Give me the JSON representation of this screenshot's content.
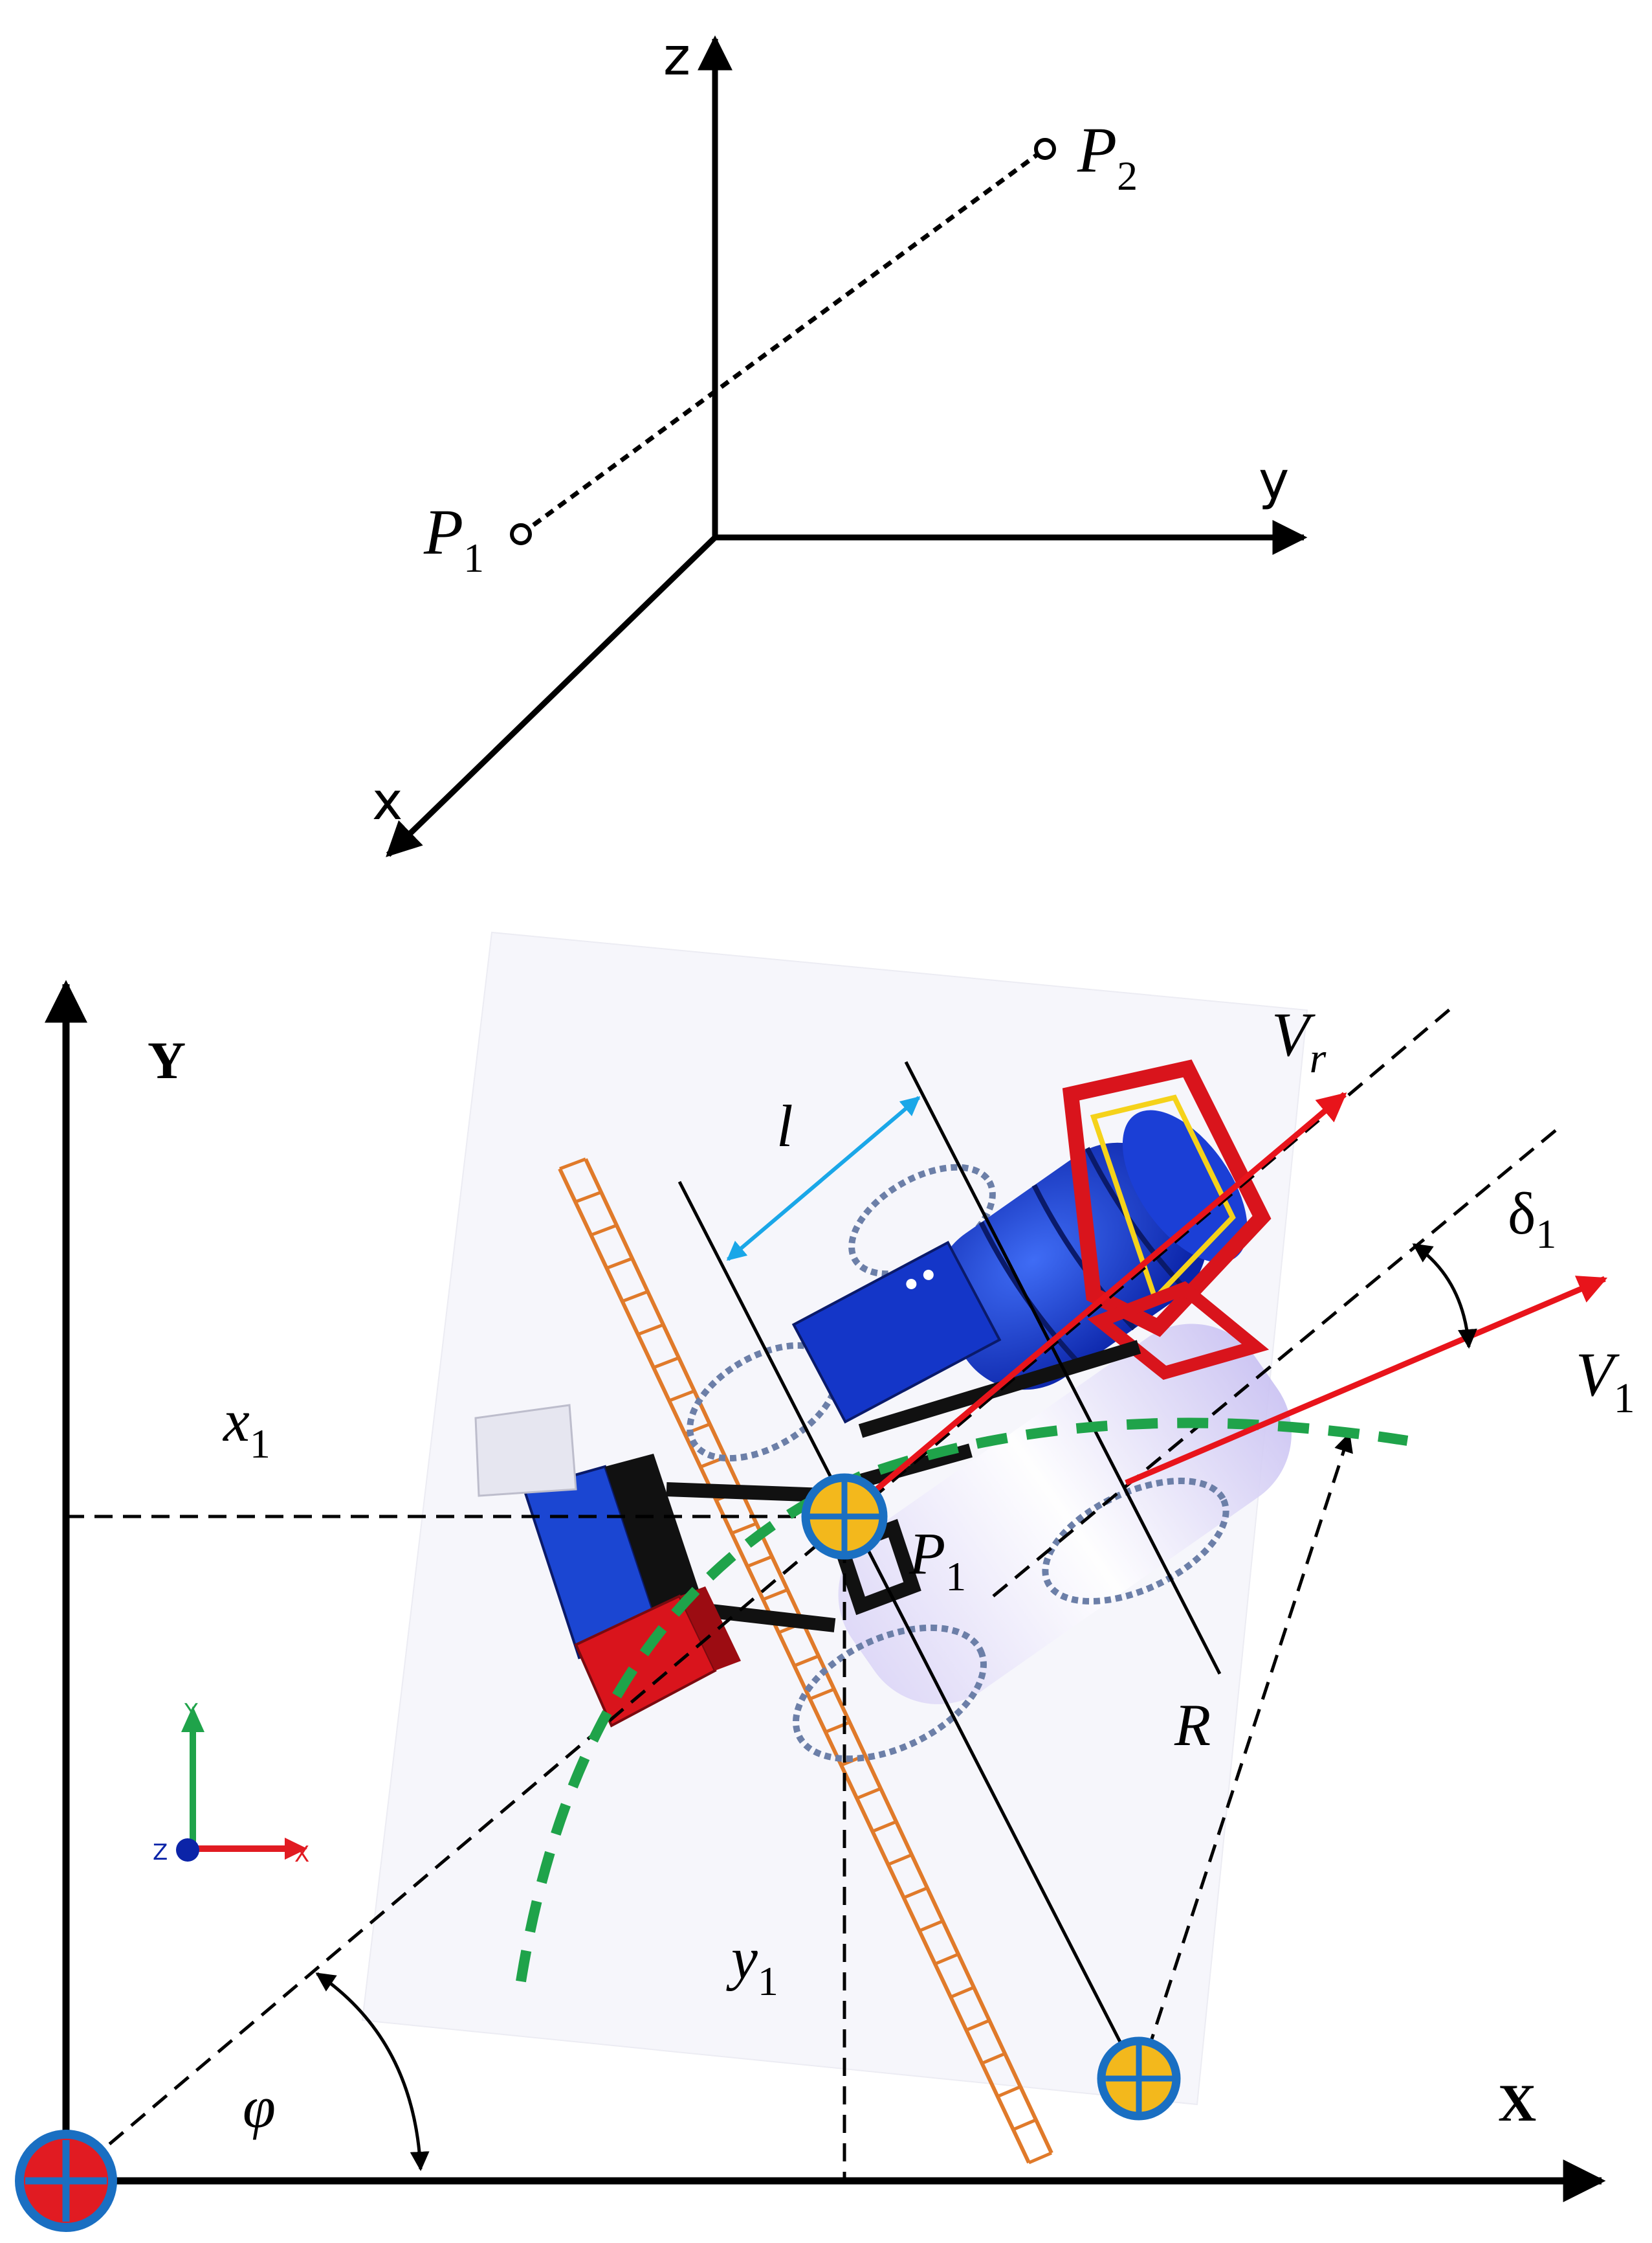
{
  "top_diagram": {
    "axis_z": "z",
    "axis_y": "y",
    "axis_x": "x",
    "point_1": {
      "base": "P",
      "sub": "1"
    },
    "point_2": {
      "base": "P",
      "sub": "2"
    }
  },
  "bottom_diagram": {
    "axis_X": "X",
    "axis_Y": "Y",
    "label_x1": {
      "base": "x",
      "sub": "1"
    },
    "label_y1": {
      "base": "y",
      "sub": "1"
    },
    "label_P1": {
      "base": "P",
      "sub": "1"
    },
    "label_l": "l",
    "label_R": "R",
    "label_Vr": {
      "base": "V",
      "sub": "r"
    },
    "label_V1": {
      "base": "V",
      "sub": "1"
    },
    "label_delta1": {
      "base": "δ",
      "sub": "1"
    },
    "label_phi": "φ",
    "triad": {
      "y": "Y",
      "z": "Z",
      "x": "X"
    }
  },
  "colors": {
    "axis": "#000000",
    "velocity_arrow": "#e8141b",
    "trajectory": "#1fa34a",
    "dimension_line": "#1aa7e8",
    "joint_yellow": "#f3b81c",
    "joint_blue_ring": "#1a6fc2",
    "origin_red": "#e11b22",
    "robot_blue": "#1436c8",
    "robot_red": "#d9141c",
    "ladder_orange": "#e07a2a"
  }
}
